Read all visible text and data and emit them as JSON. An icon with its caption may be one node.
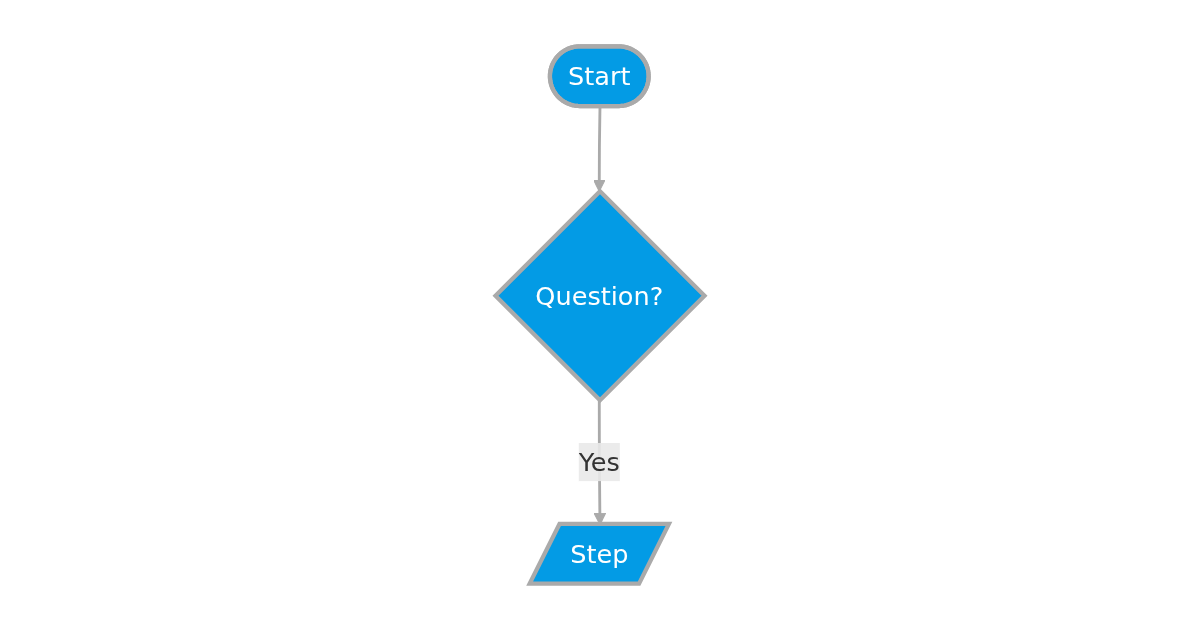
{
  "diagram": {
    "nodes": [
      {
        "text": [
          "Start"
        ]
      },
      {
        "text": [
          "Question?"
        ]
      },
      {
        "text": [
          "Step"
        ]
      }
    ],
    "edges": [
      {
        "from": 0,
        "to": 1,
        "arrow": "to"
      },
      {
        "from": 1,
        "to": 2,
        "arrow": "to",
        "label": "Yes"
      }
    ]
  }
}
